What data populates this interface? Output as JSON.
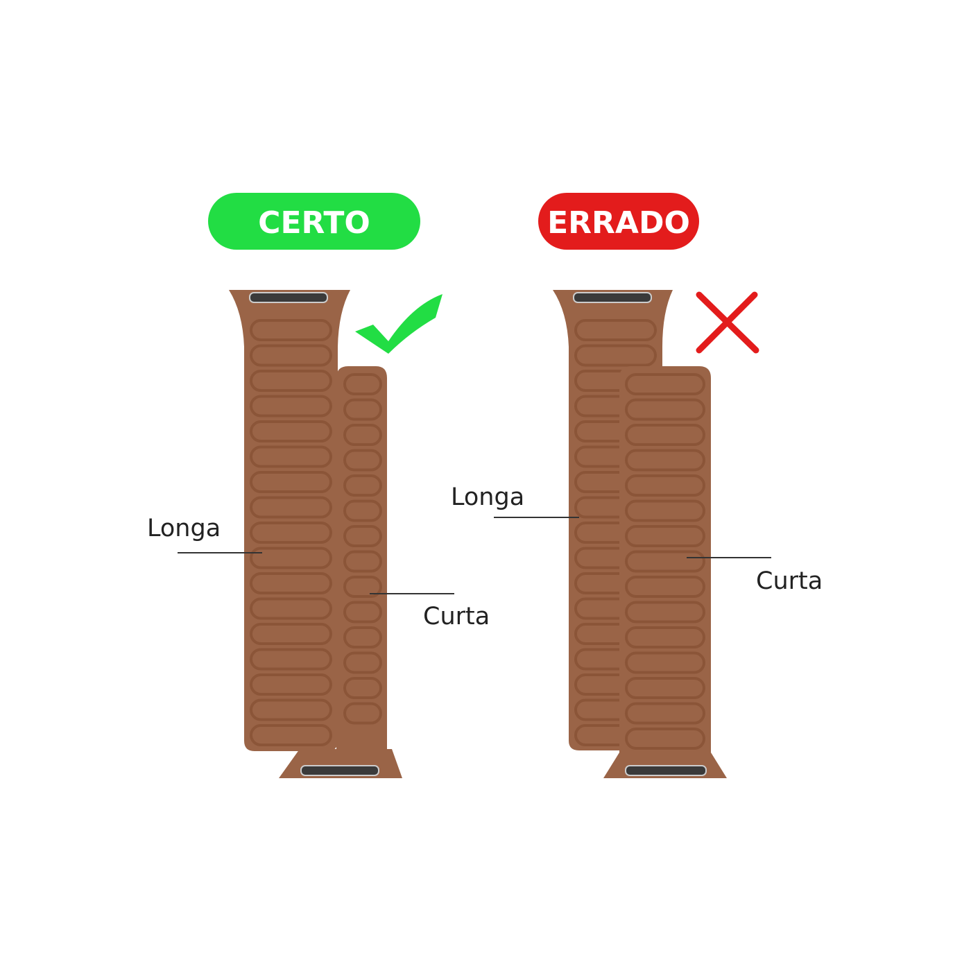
{
  "colors": {
    "correct": "#22dd44",
    "wrong": "#e31c1c",
    "band": "#9a6447",
    "ridge": "#8b5538",
    "connector": "#3a3a3a"
  },
  "panels": [
    {
      "badge": "CERTO",
      "mark_icon": "checkmark-icon",
      "long_label": "Longa",
      "short_label": "Curta"
    },
    {
      "badge": "ERRADO",
      "mark_icon": "x-mark-icon",
      "long_label": "Longa",
      "short_label": "Curta"
    }
  ]
}
